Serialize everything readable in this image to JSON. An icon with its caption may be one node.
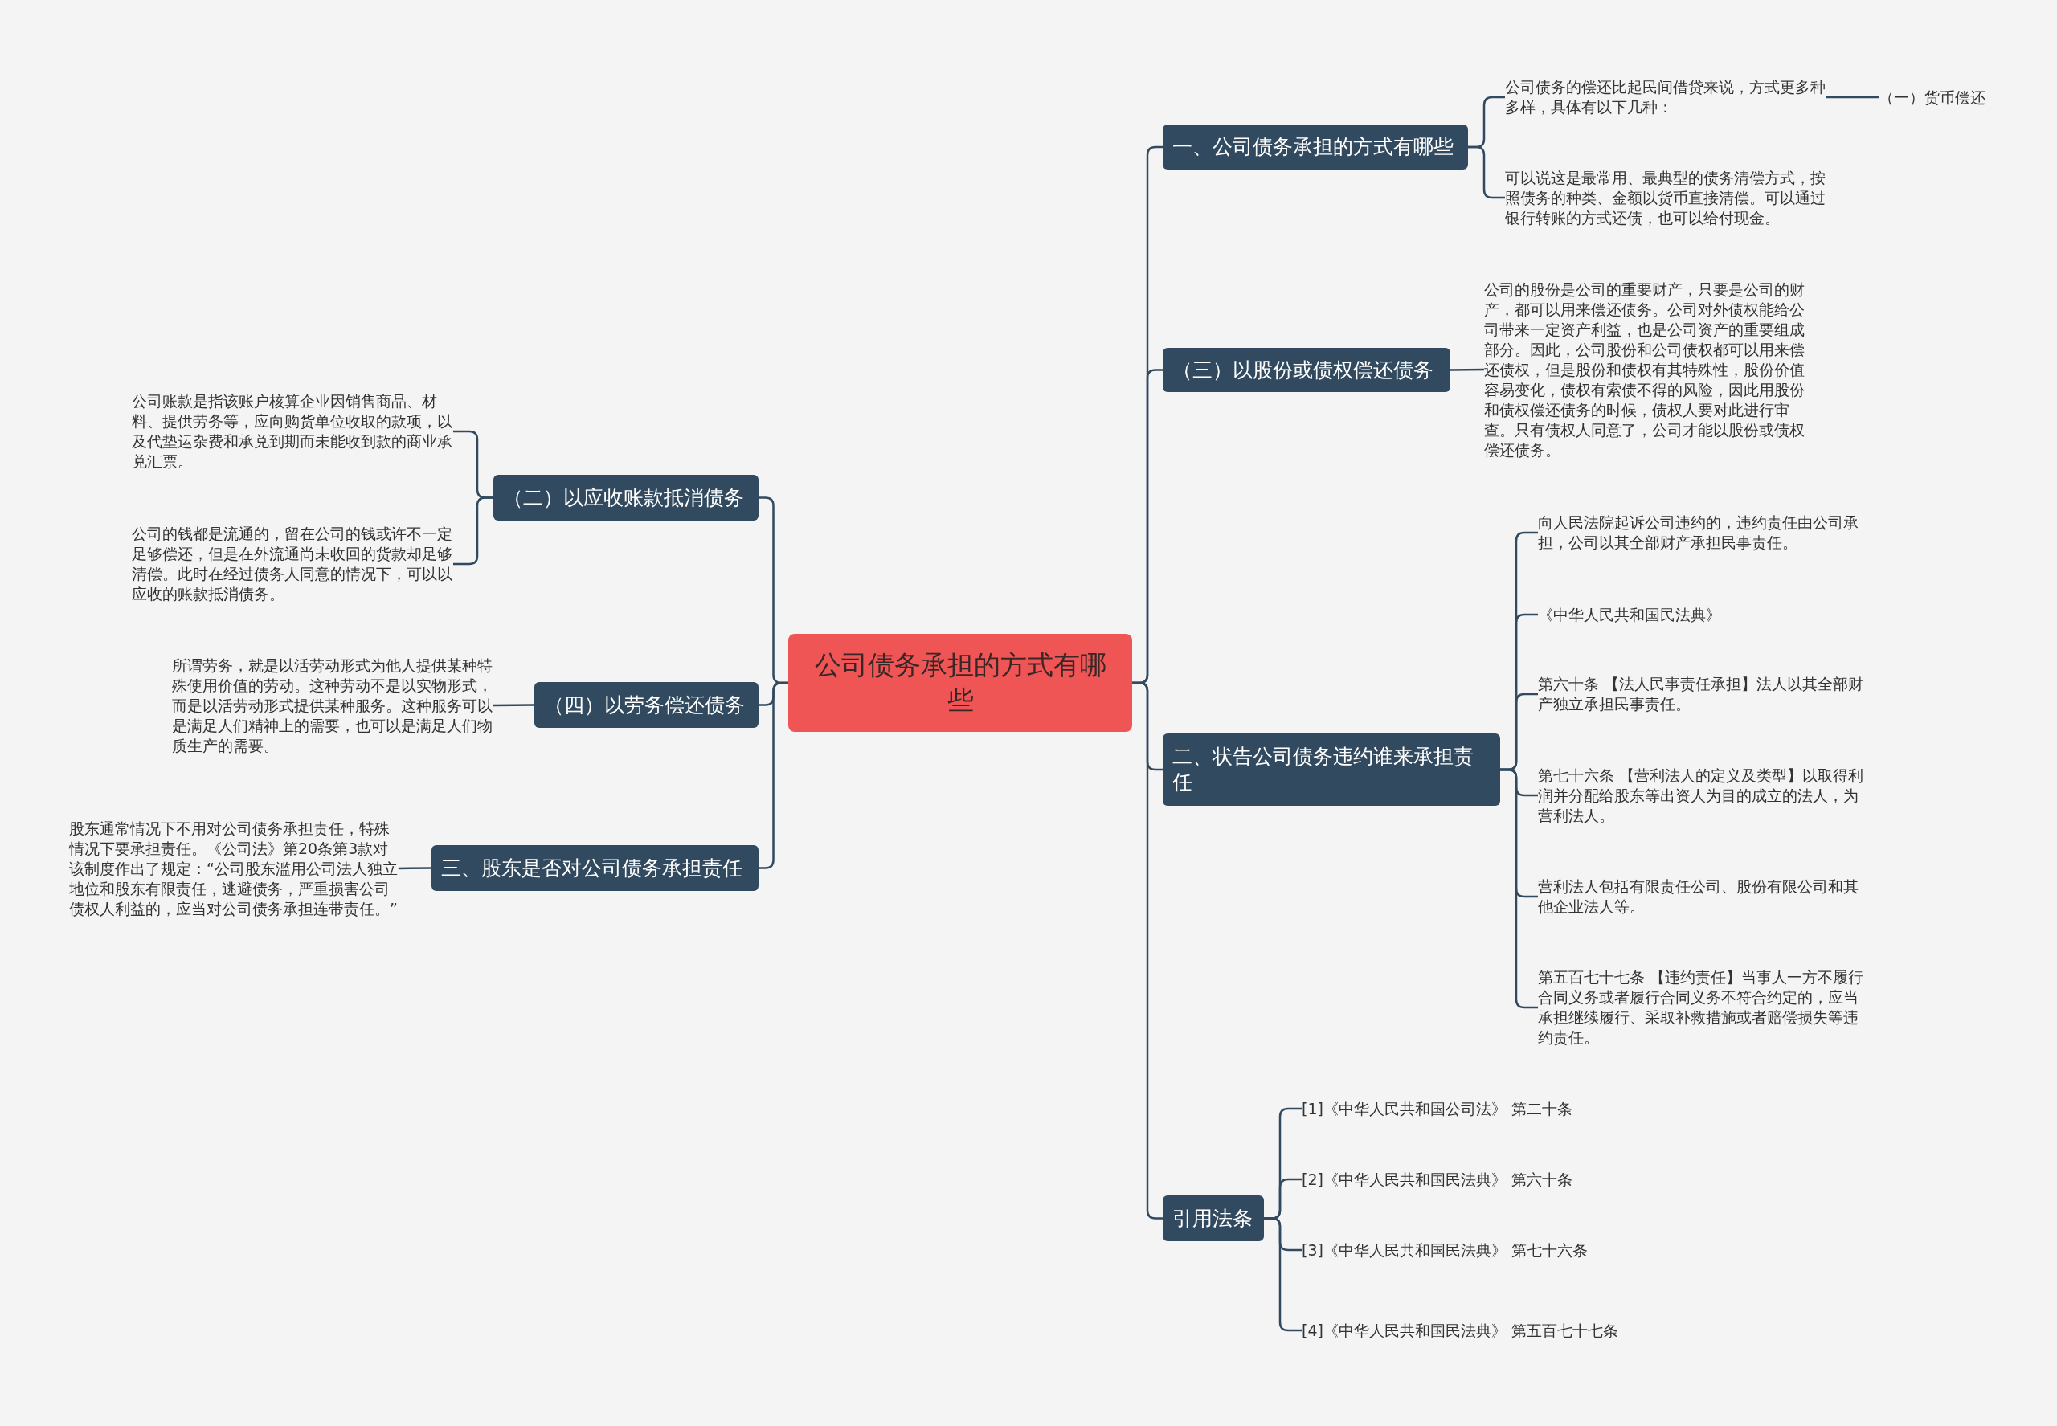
{
  "diagram": {
    "nodes": [
      {
        "text": [
          "公司债务承担的方式有哪些"
        ]
      },
      {
        "text": [
          "一、公司债务承担的方式有哪些"
        ]
      },
      {
        "text": [
          "公司债务的偿还比起民间借贷来说，方式更多种多样，具体有以下几种："
        ]
      },
      {
        "text": [
          "（一）货币偿还"
        ]
      },
      {
        "text": [
          "可以说这是最常用、最典型的债务清偿方式，按照债务的种类、金额以货币直接清偿。可以通过银行转账的方式还债，也可以给付现金。"
        ]
      },
      {
        "text": [
          "（三）以股份或债权偿还债务"
        ]
      },
      {
        "text": [
          "公司的股份是公司的重要财产，只要是公司的财产，都可以用来偿还债务。公司对外债权能给公司带来一定资产利益，也是公司资产的重要组成部分。因此，公司股份和公司债权都可以用来偿还债权，但是股份和债权有其特殊性，股份价值容易变化，债权有索债不得的风险，因此用股份和债权偿还债务的时候，债权人要对此进行审查。只有债权人同意了，公司才能以股份或债权偿还债务。"
        ]
      },
      {
        "text": [
          "二、状告公司债务违约谁来承担责任"
        ]
      },
      {
        "text": [
          "向人民法院起诉公司违约的，违约责任由公司承担，公司以其全部财产承担民事责任。"
        ]
      },
      {
        "text": [
          "《中华人民共和国民法典》"
        ]
      },
      {
        "text": [
          "第六十条 【法人民事责任承担】法人以其全部财产独立承担民事责任。"
        ]
      },
      {
        "text": [
          "第七十六条 【营利法人的定义及类型】以取得利润并分配给股东等出资人为目的成立的法人，为营利法人。"
        ]
      },
      {
        "text": [
          "营利法人包括有限责任公司、股份有限公司和其他企业法人等。"
        ]
      },
      {
        "text": [
          "第五百七十七条 【违约责任】当事人一方不履行合同义务或者履行合同义务不符合约定的，应当承担继续履行、采取补救措施或者赔偿损失等违约责任。"
        ]
      },
      {
        "text": [
          "引用法条"
        ]
      },
      {
        "text": [
          "[1]《中华人民共和国公司法》 第二十条"
        ]
      },
      {
        "text": [
          "[2]《中华人民共和国民法典》 第六十条"
        ]
      },
      {
        "text": [
          "[3]《中华人民共和国民法典》 第七十六条"
        ]
      },
      {
        "text": [
          "[4]《中华人民共和国民法典》 第五百七十七条"
        ]
      },
      {
        "text": [
          "（二）以应收账款抵消债务"
        ]
      },
      {
        "text": [
          "公司账款是指该账户核算企业因销售商品、材料、提供劳务等，应向购货单位收取的款项，以及代垫运杂费和承兑到期而未能收到款的商业承兑汇票。"
        ]
      },
      {
        "text": [
          "公司的钱都是流通的，留在公司的钱或许不一定足够偿还，但是在外流通尚未收回的货款却足够清偿。此时在经过债务人同意的情况下，可以以应收的账款抵消债务。"
        ]
      },
      {
        "text": [
          "（四）以劳务偿还债务"
        ]
      },
      {
        "text": [
          "所谓劳务，就是以活劳动形式为他人提供某种特殊使用价值的劳动。这种劳动不是以实物形式，而是以活劳动形式提供某种服务。这种服务可以是满足人们精神上的需要，也可以是满足人们物质生产的需要。"
        ]
      },
      {
        "text": [
          "三、股东是否对公司债务承担责任"
        ]
      },
      {
        "text": [
          "股东通常情况下不用对公司债务承担责任，特殊情况下要承担责任。《公司法》第20条第3款对该制度作出了规定：“公司股东滥用公司法人独立地位和股东有限责任，逃避债务，严重损害公司债权人利益的，应当对公司债务承担连带责任。”"
        ]
      }
    ],
    "edges": [
      {
        "from": 0,
        "to": 1,
        "arrow": "none"
      },
      {
        "from": 0,
        "to": 5,
        "arrow": "none"
      },
      {
        "from": 0,
        "to": 7,
        "arrow": "none"
      },
      {
        "from": 0,
        "to": 14,
        "arrow": "none"
      },
      {
        "from": 0,
        "to": 19,
        "arrow": "none"
      },
      {
        "from": 0,
        "to": 22,
        "arrow": "none"
      },
      {
        "from": 0,
        "to": 24,
        "arrow": "none"
      },
      {
        "from": 1,
        "to": 2,
        "arrow": "none"
      },
      {
        "from": 2,
        "to": 3,
        "arrow": "none"
      },
      {
        "from": 1,
        "to": 4,
        "arrow": "none"
      },
      {
        "from": 5,
        "to": 6,
        "arrow": "none"
      },
      {
        "from": 7,
        "to": 8,
        "arrow": "none"
      },
      {
        "from": 7,
        "to": 9,
        "arrow": "none"
      },
      {
        "from": 7,
        "to": 10,
        "arrow": "none"
      },
      {
        "from": 7,
        "to": 11,
        "arrow": "none"
      },
      {
        "from": 7,
        "to": 12,
        "arrow": "none"
      },
      {
        "from": 7,
        "to": 13,
        "arrow": "none"
      },
      {
        "from": 14,
        "to": 15,
        "arrow": "none"
      },
      {
        "from": 14,
        "to": 16,
        "arrow": "none"
      },
      {
        "from": 14,
        "to": 17,
        "arrow": "none"
      },
      {
        "from": 14,
        "to": 18,
        "arrow": "none"
      },
      {
        "from": 19,
        "to": 20,
        "arrow": "none"
      },
      {
        "from": 19,
        "to": 21,
        "arrow": "none"
      },
      {
        "from": 22,
        "to": 23,
        "arrow": "none"
      },
      {
        "from": 24,
        "to": 25,
        "arrow": "none"
      }
    ]
  }
}
